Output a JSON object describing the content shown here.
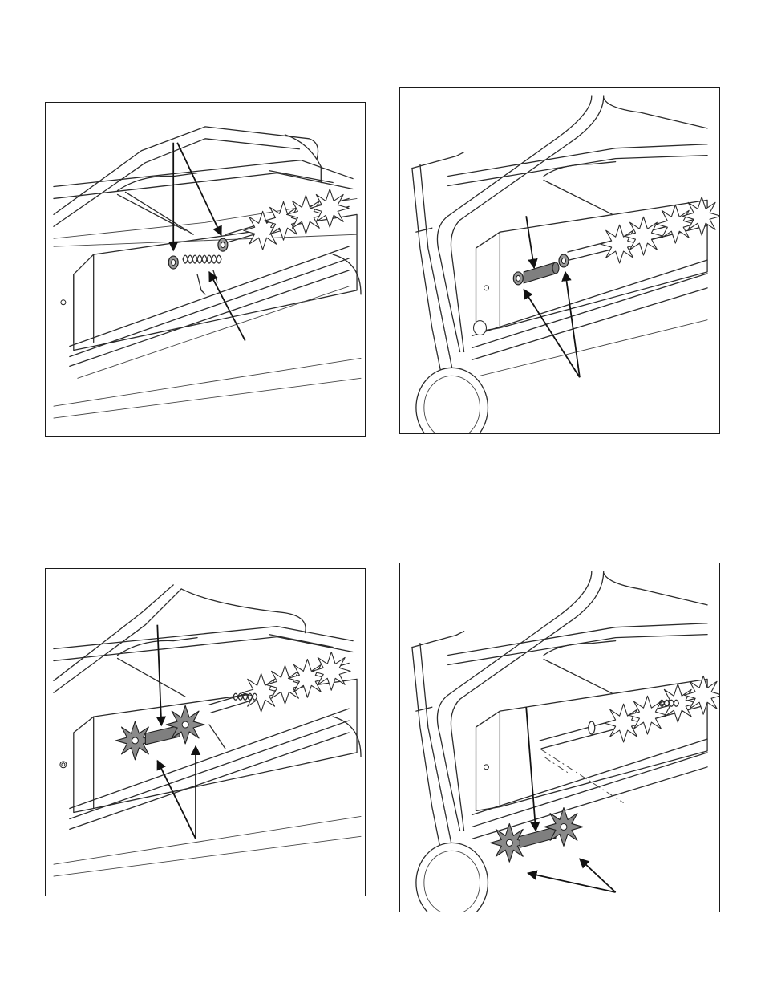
{
  "page": {
    "figures": [
      {
        "id": "figure-1",
        "position": "top-left"
      },
      {
        "id": "figure-2",
        "position": "top-right"
      },
      {
        "id": "figure-3",
        "position": "bottom-left"
      },
      {
        "id": "figure-4",
        "position": "bottom-right"
      }
    ]
  },
  "colors": {
    "line": "#2a2a2a",
    "highlight_part": "#8a8a8a",
    "background": "#ffffff"
  }
}
